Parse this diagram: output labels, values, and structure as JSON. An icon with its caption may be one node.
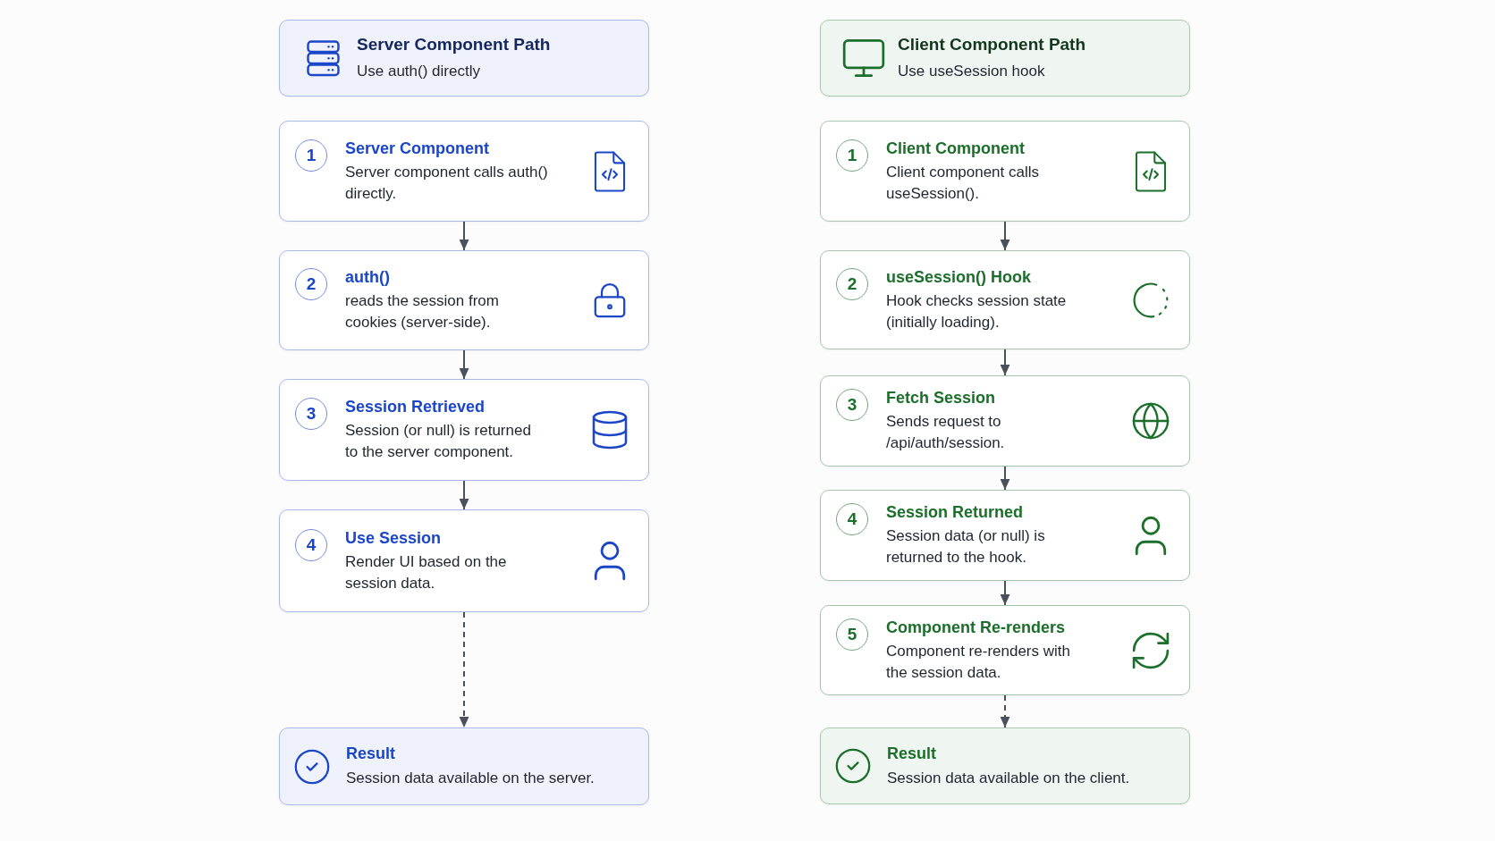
{
  "diagram": {
    "nodes": [
      {
        "text": [
          "Server Component Path",
          "Use auth() directly"
        ]
      },
      {
        "text": [
          "1",
          "Server Component",
          "Server component calls auth() directly."
        ]
      },
      {
        "text": [
          "2",
          "auth()",
          "reads the session from cookies (server-side)."
        ]
      },
      {
        "text": [
          "3",
          "Session Retrieved",
          "Session (or null) is returned to the server component."
        ]
      },
      {
        "text": [
          "4",
          "Use Session",
          "Render UI based on the session data."
        ]
      },
      {
        "text": [
          "Result",
          "Session data available on the server."
        ]
      },
      {
        "text": [
          "Client Component Path",
          "Use useSession hook"
        ]
      },
      {
        "text": [
          "1",
          "Client Component",
          "Client component calls useSession()."
        ]
      },
      {
        "text": [
          "2",
          "useSession() Hook",
          "Hook checks session state (initially loading)."
        ]
      },
      {
        "text": [
          "3",
          "Fetch Session",
          "Sends request to /api/auth/session."
        ]
      },
      {
        "text": [
          "4",
          "Session Returned",
          "Session data (or null) is returned to the hook."
        ]
      },
      {
        "text": [
          "5",
          "Component Re-renders",
          "Component re-renders with the session data."
        ]
      },
      {
        "text": [
          "Result",
          "Session data available on the client."
        ]
      }
    ],
    "edges": [
      {
        "from": 1,
        "to": 2,
        "arrow": "to"
      },
      {
        "from": 2,
        "to": 3,
        "arrow": "to"
      },
      {
        "from": 3,
        "to": 4,
        "arrow": "to"
      },
      {
        "from": 4,
        "to": 5,
        "arrow": "to",
        "style": "dashed"
      },
      {
        "from": 7,
        "to": 8,
        "arrow": "to"
      },
      {
        "from": 8,
        "to": 9,
        "arrow": "to"
      },
      {
        "from": 9,
        "to": 10,
        "arrow": "to"
      },
      {
        "from": 10,
        "to": 11,
        "arrow": "to"
      },
      {
        "from": 11,
        "to": 12,
        "arrow": "to",
        "style": "dashed"
      }
    ]
  }
}
